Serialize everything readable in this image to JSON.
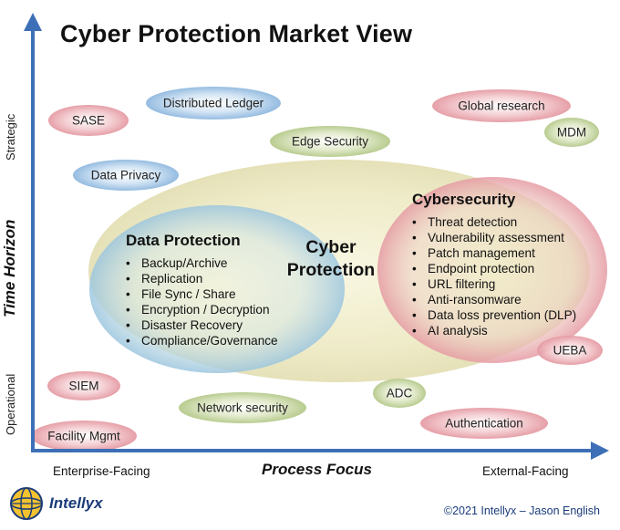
{
  "title": "Cyber Protection Market View",
  "axes": {
    "y_label": "Time Horizon",
    "y_top": "Strategic",
    "y_bottom": "Operational",
    "x_label": "Process Focus",
    "x_left": "Enterprise-Facing",
    "x_right": "External-Facing"
  },
  "center": {
    "line1": "Cyber",
    "line2": "Protection"
  },
  "data_protection": {
    "heading": "Data Protection",
    "items": [
      "Backup/Archive",
      "Replication",
      "File Sync / Share",
      "Encryption / Decryption",
      "Disaster Recovery",
      "Compliance/Governance"
    ]
  },
  "cybersecurity": {
    "heading": "Cybersecurity",
    "items": [
      "Threat detection",
      "Vulnerability assessment",
      "Patch management",
      "Endpoint protection",
      "URL filtering",
      "Anti-ransomware",
      "Data loss prevention (DLP)",
      "AI analysis"
    ]
  },
  "pills": {
    "sase": "SASE",
    "distributed_ledger": "Distributed Ledger",
    "global_research": "Global research",
    "mdm": "MDM",
    "edge_security": "Edge Security",
    "data_privacy": "Data Privacy",
    "ueba": "UEBA",
    "siem": "SIEM",
    "adc": "ADC",
    "network_security": "Network security",
    "authentication": "Authentication",
    "facility_mgmt": "Facility Mgmt"
  },
  "colors": {
    "axis": "#3d6fb6",
    "red_pill": "#e8a0a8",
    "blue_pill": "#8fb8df",
    "green_pill": "#b5c98a",
    "big_oval": "#e6e2b0",
    "data_oval": "#9cc6df",
    "cyber_oval": "#e59aa3"
  },
  "logo": {
    "text": "Intellyx"
  },
  "copyright": "©2021 Intellyx – Jason English"
}
